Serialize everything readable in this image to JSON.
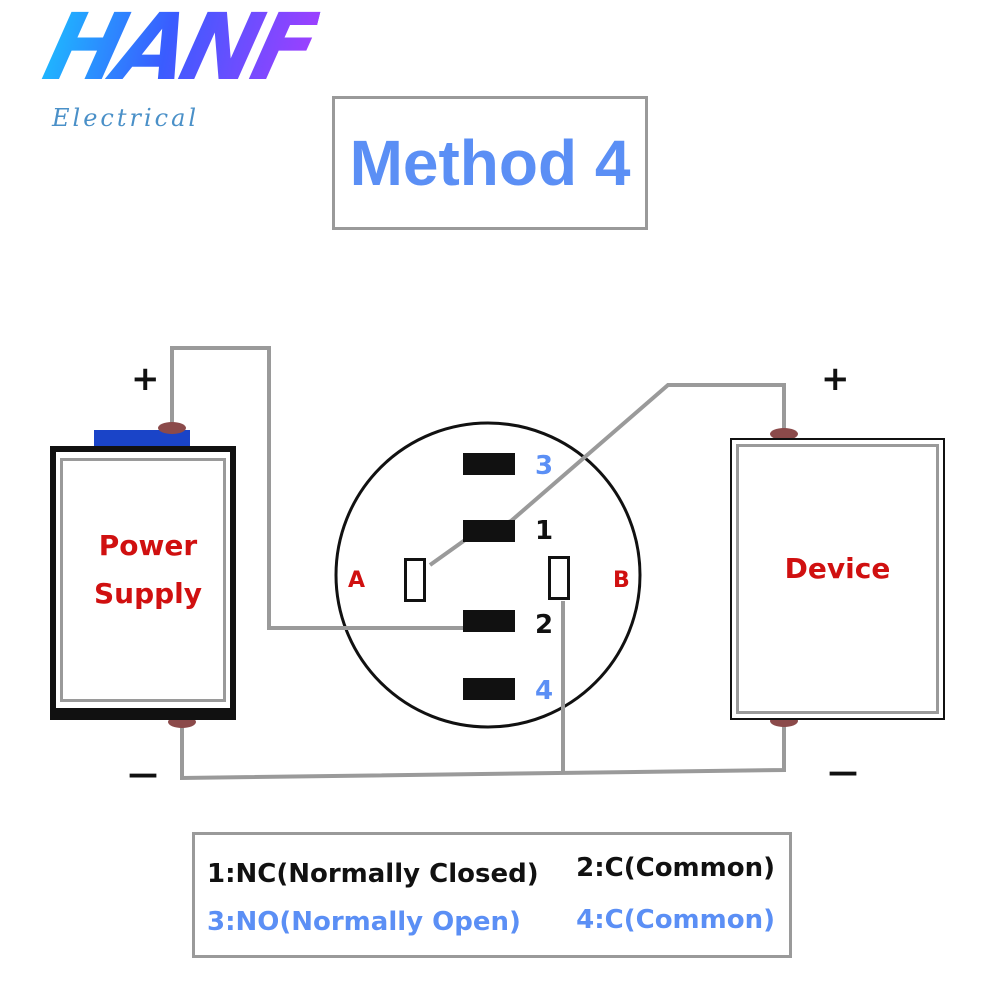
{
  "logo": {
    "main": "HANF",
    "sub": "Electrical"
  },
  "title": "Method 4",
  "power_supply": {
    "label_line1": "Power",
    "label_line2": "Supply",
    "plus": "+",
    "minus": "—"
  },
  "device": {
    "label": "Device",
    "plus": "+",
    "minus": "—"
  },
  "switch": {
    "side_a": "A",
    "side_b": "B",
    "pins": [
      {
        "number": "3",
        "color": "#5b8ff5"
      },
      {
        "number": "1",
        "color": "#111111"
      },
      {
        "number": "2",
        "color": "#111111"
      },
      {
        "number": "4",
        "color": "#5b8ff5"
      }
    ]
  },
  "legend": {
    "nc": "1:NC(Normally Closed)",
    "c2": "2:C(Common)",
    "no": "3:NO(Normally Open)",
    "c4": "4:C(Common)"
  },
  "colors": {
    "wire": "#9a9a9a",
    "accent_blue": "#5b8ff5",
    "label_red": "#d01010",
    "terminal": "#8b4a4a",
    "ps_cap": "#1a44c8"
  }
}
